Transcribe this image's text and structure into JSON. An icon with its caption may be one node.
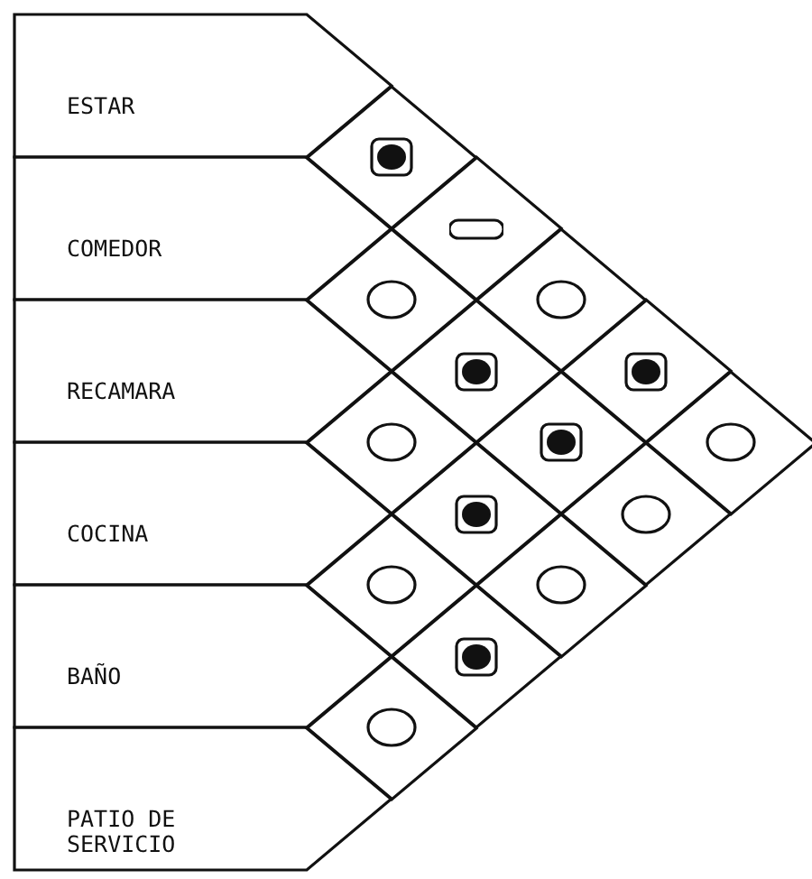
{
  "diagram": {
    "nodes": [
      {
        "text": [
          "ESTAR"
        ]
      },
      {
        "text": [
          "COMEDOR"
        ]
      },
      {
        "text": [
          "RECAMARA"
        ]
      },
      {
        "text": [
          "COCINA"
        ]
      },
      {
        "text": [
          "BAÑO"
        ]
      },
      {
        "text": [
          "PATIO DE SERVICIO"
        ]
      },
      {
        "text": [],
        "shape": "dot"
      },
      {
        "text": [],
        "shape": "bar"
      },
      {
        "text": [],
        "shape": "circle"
      },
      {
        "text": [],
        "shape": "circle"
      },
      {
        "text": [],
        "shape": "dot"
      },
      {
        "text": [],
        "shape": "dot"
      },
      {
        "text": [],
        "shape": "circle"
      },
      {
        "text": [],
        "shape": "dot"
      },
      {
        "text": [],
        "shape": "circle"
      },
      {
        "text": [],
        "shape": "dot"
      },
      {
        "text": [],
        "shape": "circle"
      },
      {
        "text": [],
        "shape": "circle"
      },
      {
        "text": [],
        "shape": "circle"
      },
      {
        "text": [],
        "shape": "dot"
      },
      {
        "text": [],
        "shape": "circle"
      }
    ],
    "edges": []
  }
}
